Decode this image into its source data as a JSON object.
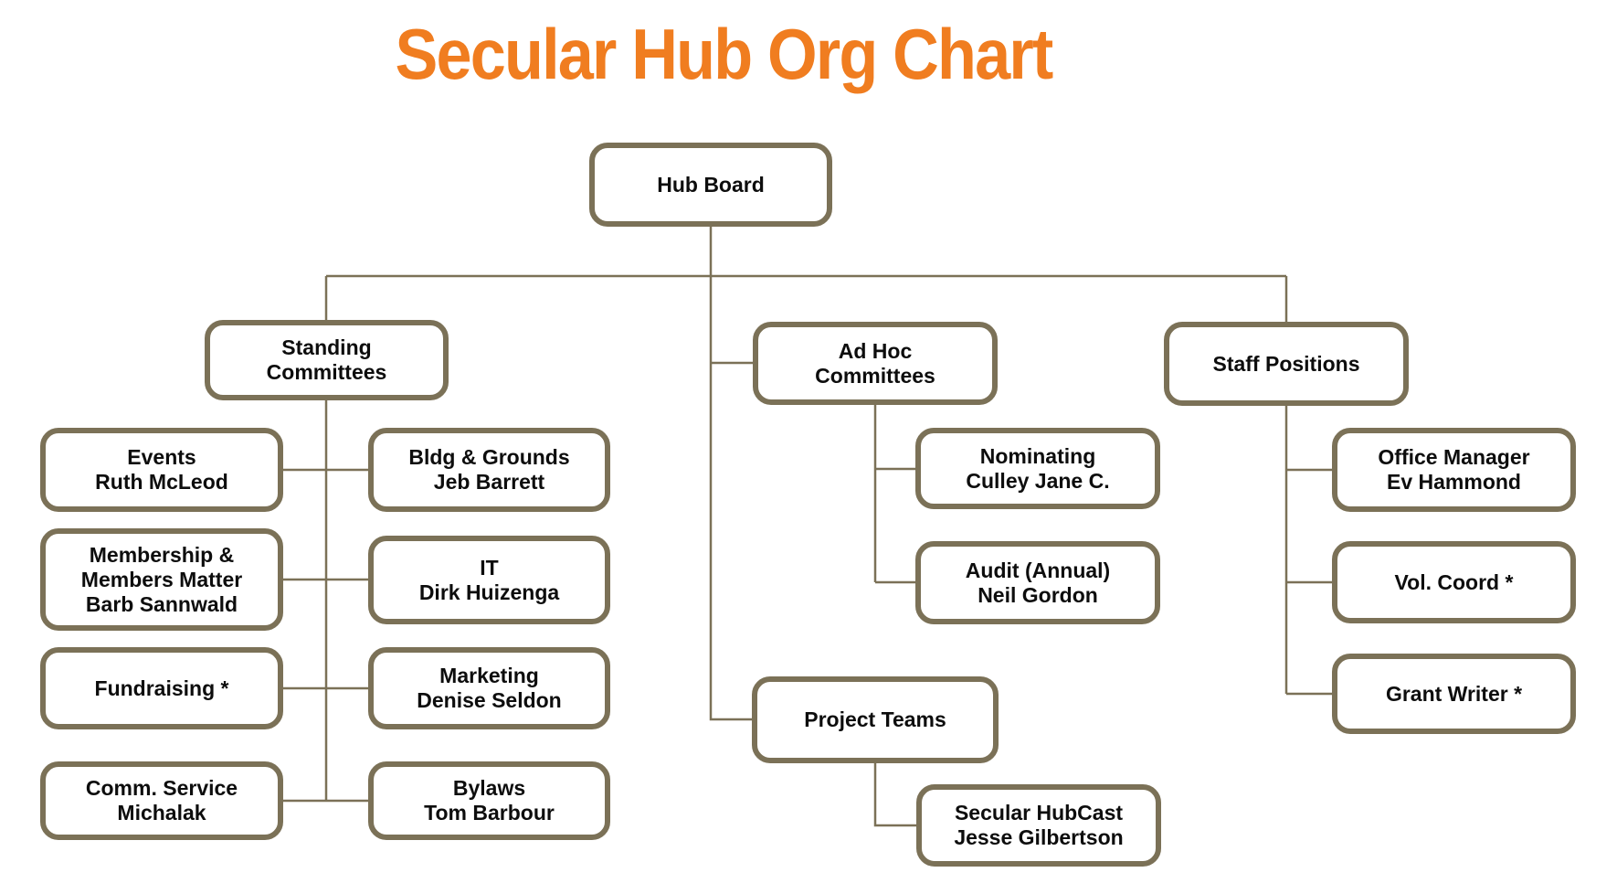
{
  "title": {
    "text": "Secular Hub Org Chart"
  },
  "colors": {
    "accent": "#f07d20",
    "line": "#7b7157",
    "node-border": "#7b7157",
    "text": "#0d0d0d",
    "bg": "#ffffff"
  },
  "nodes": {
    "hub_board": {
      "lines": [
        "Hub Board"
      ]
    },
    "standing_committees": {
      "lines": [
        "Standing",
        "Committees"
      ]
    },
    "ad_hoc_committees": {
      "lines": [
        "Ad Hoc",
        "Committees"
      ]
    },
    "staff_positions": {
      "lines": [
        "Staff Positions"
      ]
    },
    "events": {
      "lines": [
        "Events",
        "Ruth McLeod"
      ]
    },
    "bldg_grounds": {
      "lines": [
        "Bldg & Grounds",
        "Jeb Barrett"
      ]
    },
    "membership": {
      "lines": [
        "Membership &",
        "Members Matter",
        "Barb Sannwald"
      ]
    },
    "it": {
      "lines": [
        "IT",
        "Dirk Huizenga"
      ]
    },
    "fundraising": {
      "lines": [
        "Fundraising *"
      ]
    },
    "marketing": {
      "lines": [
        "Marketing",
        "Denise Seldon"
      ]
    },
    "comm_service": {
      "lines": [
        "Comm. Service",
        "Michalak"
      ]
    },
    "bylaws": {
      "lines": [
        "Bylaws",
        "Tom Barbour"
      ]
    },
    "nominating": {
      "lines": [
        "Nominating",
        "Culley Jane C."
      ]
    },
    "audit": {
      "lines": [
        "Audit (Annual)",
        "Neil Gordon"
      ]
    },
    "project_teams": {
      "lines": [
        "Project Teams"
      ]
    },
    "secular_hubcast": {
      "lines": [
        "Secular HubCast",
        "Jesse Gilbertson"
      ]
    },
    "office_manager": {
      "lines": [
        "Office Manager",
        "Ev Hammond"
      ]
    },
    "vol_coord": {
      "lines": [
        "Vol. Coord *"
      ]
    },
    "grant_writer": {
      "lines": [
        "Grant Writer *"
      ]
    }
  },
  "edges": [
    {
      "from": "hub_board",
      "to": "standing_committees"
    },
    {
      "from": "hub_board",
      "to": "ad_hoc_committees"
    },
    {
      "from": "hub_board",
      "to": "staff_positions"
    },
    {
      "from": "hub_board",
      "to": "project_teams"
    },
    {
      "from": "standing_committees",
      "to": "events"
    },
    {
      "from": "standing_committees",
      "to": "bldg_grounds"
    },
    {
      "from": "standing_committees",
      "to": "membership"
    },
    {
      "from": "standing_committees",
      "to": "it"
    },
    {
      "from": "standing_committees",
      "to": "fundraising"
    },
    {
      "from": "standing_committees",
      "to": "marketing"
    },
    {
      "from": "standing_committees",
      "to": "comm_service"
    },
    {
      "from": "standing_committees",
      "to": "bylaws"
    },
    {
      "from": "ad_hoc_committees",
      "to": "nominating"
    },
    {
      "from": "ad_hoc_committees",
      "to": "audit"
    },
    {
      "from": "project_teams",
      "to": "secular_hubcast"
    },
    {
      "from": "staff_positions",
      "to": "office_manager"
    },
    {
      "from": "staff_positions",
      "to": "vol_coord"
    },
    {
      "from": "staff_positions",
      "to": "grant_writer"
    }
  ]
}
